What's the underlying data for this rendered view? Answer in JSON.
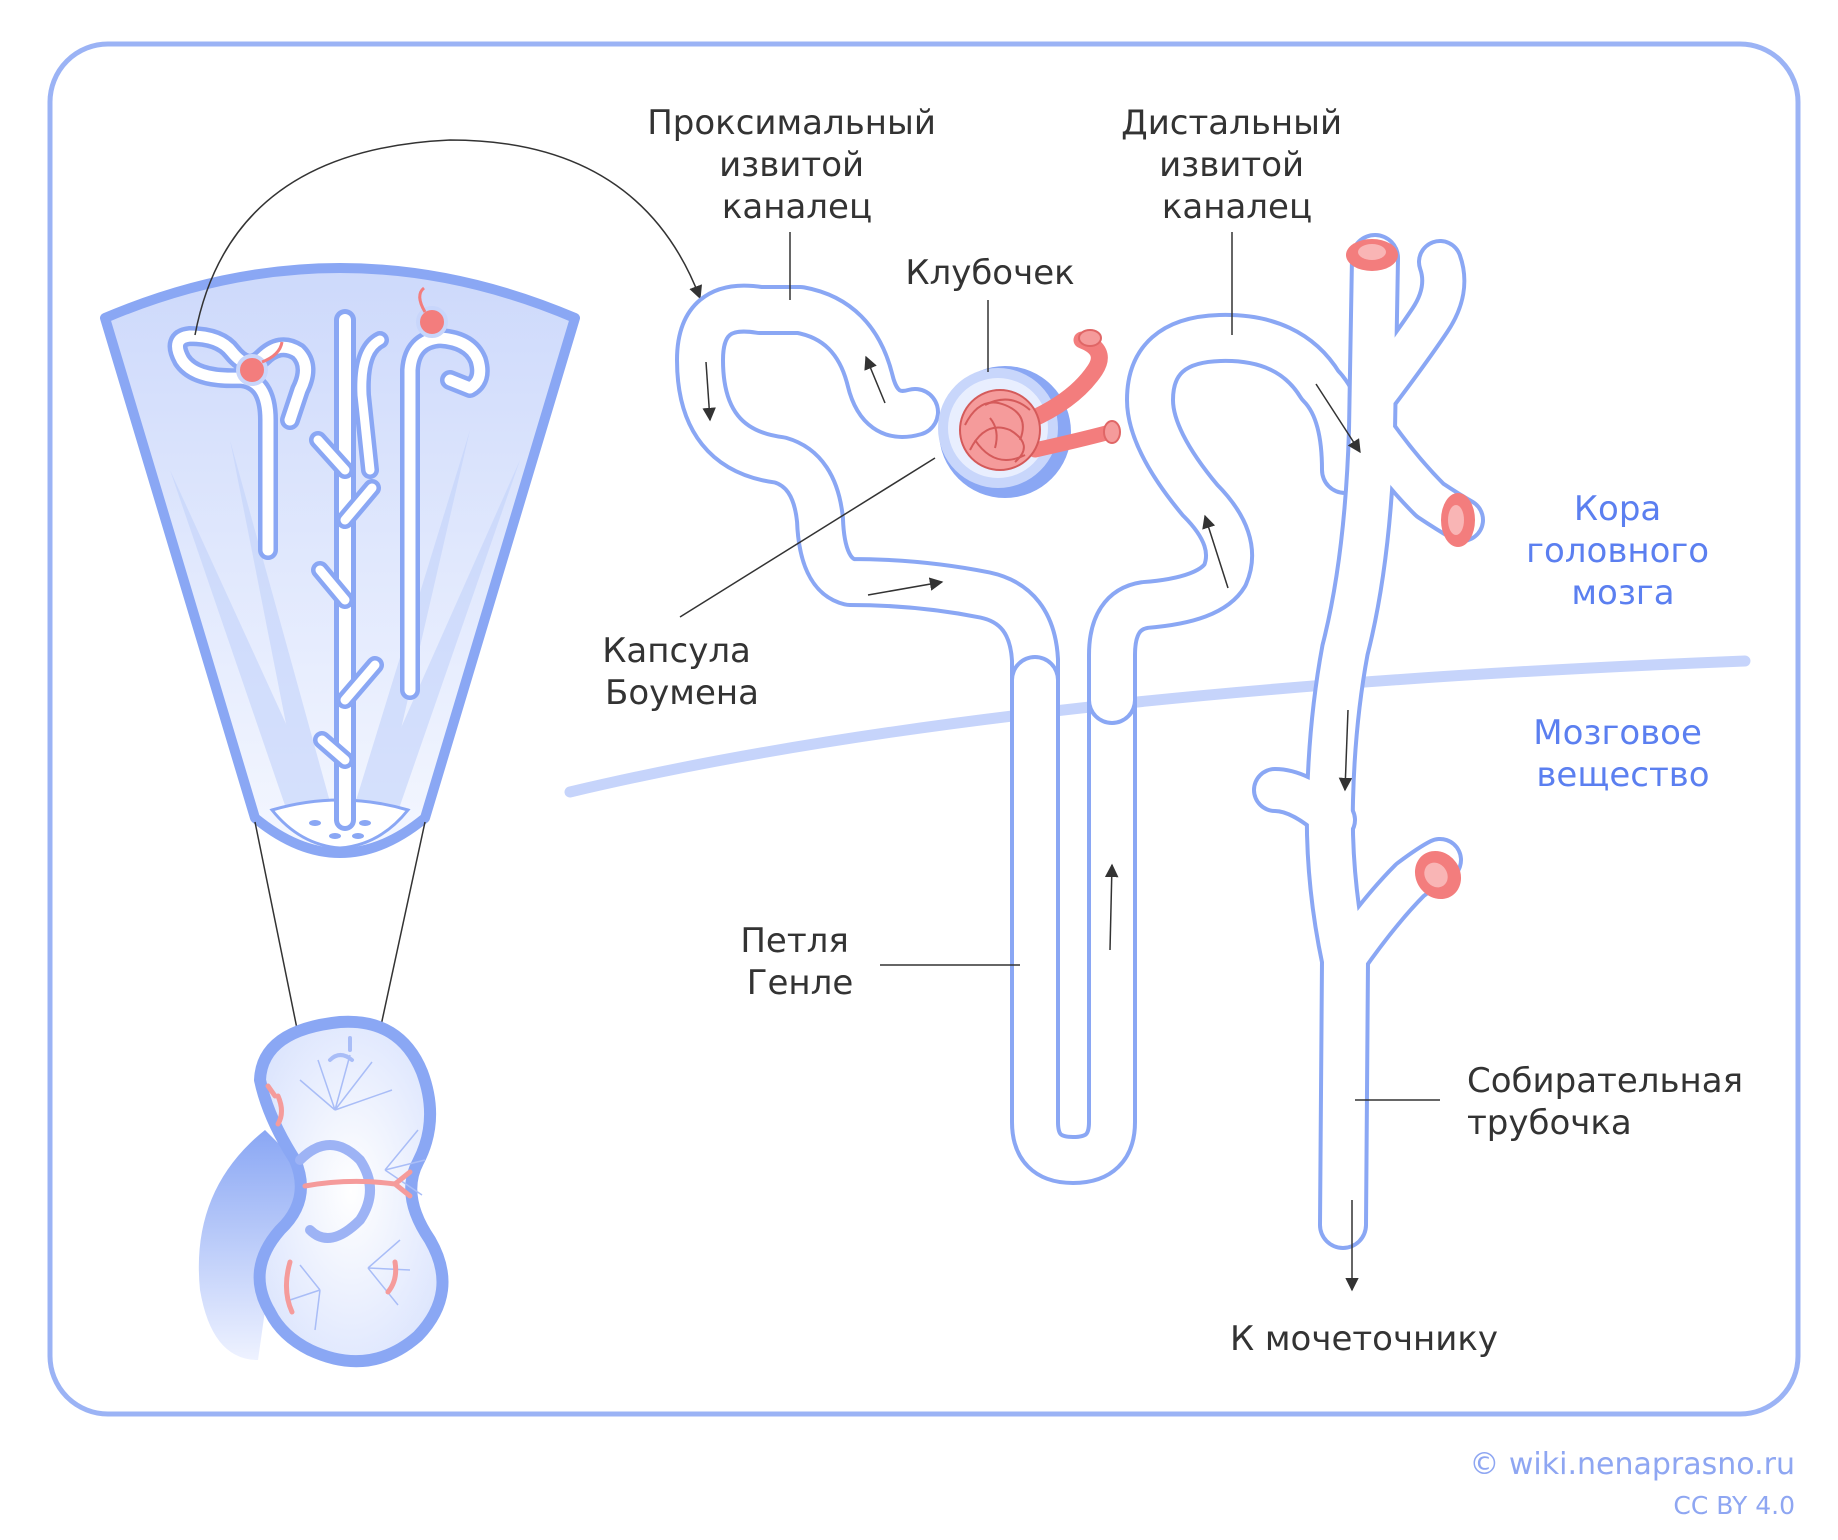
{
  "labels": {
    "proximal": [
      "Проксимальный",
      "извитой",
      "каналец"
    ],
    "distal": [
      "Дистальный",
      "извитой",
      "каналец"
    ],
    "glomerulus": "Клубочек",
    "bowman": [
      "Капсула",
      "Боумена"
    ],
    "cortex": [
      "Кора",
      "головного",
      "мозга"
    ],
    "medulla": [
      "Мозговое",
      "вещество"
    ],
    "henle": [
      "Петля",
      "Генле"
    ],
    "collecting": [
      "Собирательная",
      "трубочка"
    ],
    "ureter": "К мочеточнику"
  },
  "credit": {
    "site": "© wiki.nenaprasno.ru",
    "license": "CC BY 4.0"
  },
  "colors": {
    "frame": "#9bb3f5",
    "tubule": "#8aa7f4",
    "vessel": "#f37d7d",
    "label_text": "#333333",
    "zone_text": "#5b7ff0",
    "credit_text": "#8ea6f2"
  },
  "icons": {
    "copyright": "copyright-icon"
  }
}
